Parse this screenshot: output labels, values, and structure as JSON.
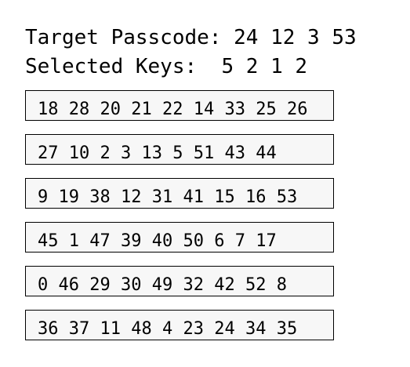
{
  "header": {
    "target_label": "Target Passcode:",
    "target_values": [
      "24",
      "12",
      "3",
      "53"
    ],
    "selected_label": "Selected Keys:",
    "selected_values": [
      "5",
      "2",
      "1",
      "2"
    ]
  },
  "keypad": {
    "rows": [
      [
        "18",
        "28",
        "20",
        "21",
        "22",
        "14",
        "33",
        "25",
        "26"
      ],
      [
        "27",
        "10",
        "2",
        "3",
        "13",
        "5",
        "51",
        "43",
        "44"
      ],
      [
        "9",
        "19",
        "38",
        "12",
        "31",
        "41",
        "15",
        "16",
        "53"
      ],
      [
        "45",
        "1",
        "47",
        "39",
        "40",
        "50",
        "6",
        "7",
        "17"
      ],
      [
        "0",
        "46",
        "29",
        "30",
        "49",
        "32",
        "42",
        "52",
        "8"
      ],
      [
        "36",
        "37",
        "11",
        "48",
        "4",
        "23",
        "24",
        "34",
        "35"
      ]
    ]
  }
}
